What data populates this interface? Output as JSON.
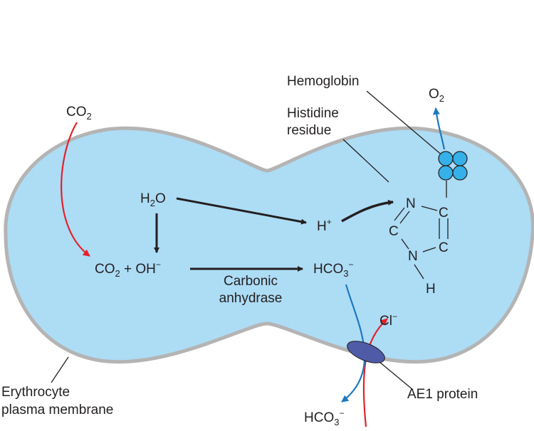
{
  "diagram": {
    "colors": {
      "cell_fill": "#addcf5",
      "membrane": "#b4b4b4",
      "black_arrow": "#231f20",
      "red_arrow": "#e3222b",
      "blue_arrow": "#1c79c0",
      "hemoglobin": "#35b0e8",
      "ae1_protein": "#4f5ba6"
    },
    "labels": {
      "co2_outside_main": "CO",
      "co2_outside_sub": "2",
      "h2o_h": "H",
      "h2o_sub": "2",
      "h2o_o": "O",
      "co2_inside_main": "CO",
      "co2_inside_sub": "2",
      "plus_oh": " + OH",
      "oh_charge": "−",
      "h_plus": "H",
      "h_plus_charge": "+",
      "hco3_inside_main": "HCO",
      "hco3_inside_sub": "3",
      "hco3_inside_charge": "−",
      "enzyme_line1": "Carbonic",
      "enzyme_line2": "anhydrase",
      "hemoglobin": "Hemoglobin",
      "o2_main": "O",
      "o2_sub": "2",
      "histidine_line1": "Histidine",
      "histidine_line2": "residue",
      "ring_n_top": "N",
      "ring_c_left": "C",
      "ring_n_bottom": "N",
      "ring_c_top_right": "C",
      "ring_c_bottom_right": "C",
      "ring_h": "H",
      "cl_main": "Cl",
      "cl_charge": "−",
      "hco3_outside_main": "HCO",
      "hco3_outside_sub": "3",
      "hco3_outside_charge": "−",
      "ae1_protein": "AE1 protein",
      "membrane_line1": "Erythrocyte",
      "membrane_line2": "plasma membrane"
    }
  }
}
